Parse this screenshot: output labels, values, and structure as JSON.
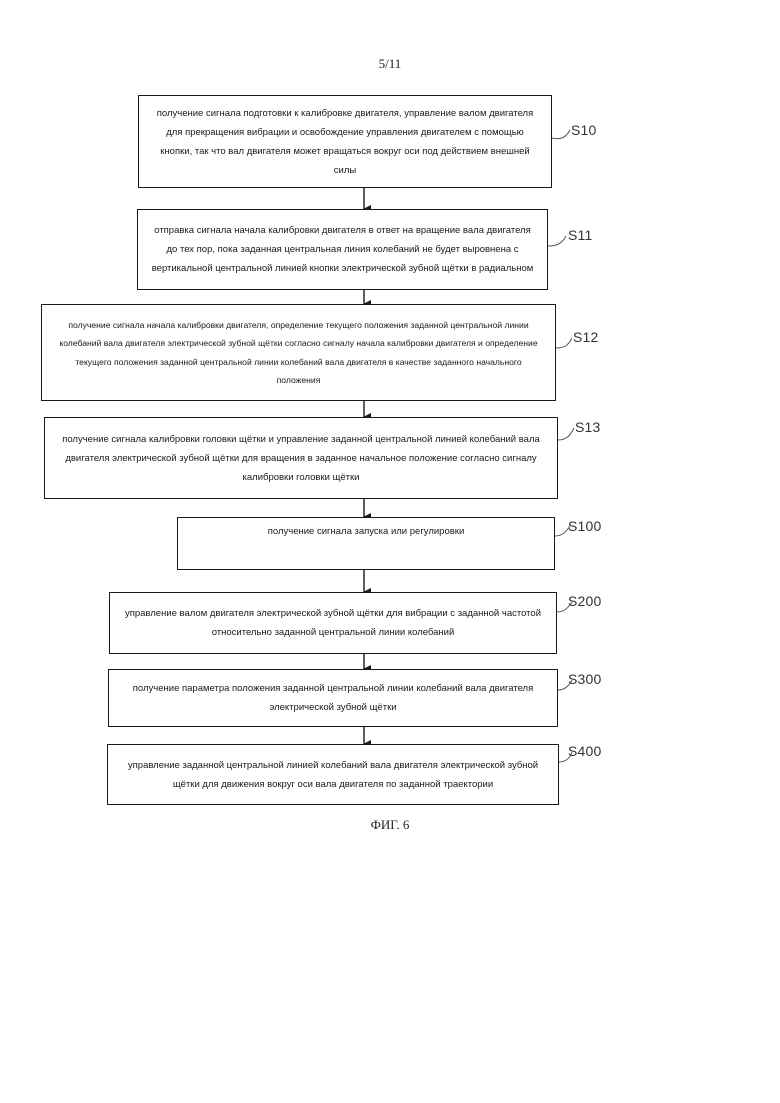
{
  "page_number": "5/11",
  "figure_caption": "ФИГ. 6",
  "steps": [
    {
      "label": "S10",
      "text": "получение сигнала подготовки к калибровке двигателя, управление валом двигателя для прекращения вибрации и освобождение управления двигателем с помощью кнопки, так что вал двигателя может вращаться вокруг оси под действием внешней силы"
    },
    {
      "label": "S11",
      "text": "отправка сигнала начала калибровки двигателя в ответ на вращение вала двигателя до тех пор, пока заданная центральная линия колебаний не будет выровнена с вертикальной центральной линией кнопки электрической зубной щётки в радиальном"
    },
    {
      "label": "S12",
      "text": "получение сигнала начала калибровки двигателя, определение текущего положения заданной центральной линии колебаний вала двигателя электрической зубной щётки согласно сигналу начала калибровки двигателя и определение текущего положения заданной центральной линии колебаний вала двигателя в качестве заданного начального положения"
    },
    {
      "label": "S13",
      "text": "получение сигнала калибровки головки щётки и управление заданной центральной линией колебаний вала двигателя электрической зубной щётки для вращения в заданное начальное положение согласно сигналу калибровки головки щётки"
    },
    {
      "label": "S100",
      "text": "получение сигнала запуска или регулировки"
    },
    {
      "label": "S200",
      "text": "управление валом двигателя электрической зубной щётки для вибрации с заданной частотой относительно заданной центральной линии колебаний"
    },
    {
      "label": "S300",
      "text": "получение параметра положения заданной центральной линии колебаний вала двигателя электрической зубной щётки"
    },
    {
      "label": "S400",
      "text": "управление заданной центральной линией колебаний вала двигателя электрической зубной щётки для движения вокруг оси вала двигателя по заданной траектории"
    }
  ]
}
